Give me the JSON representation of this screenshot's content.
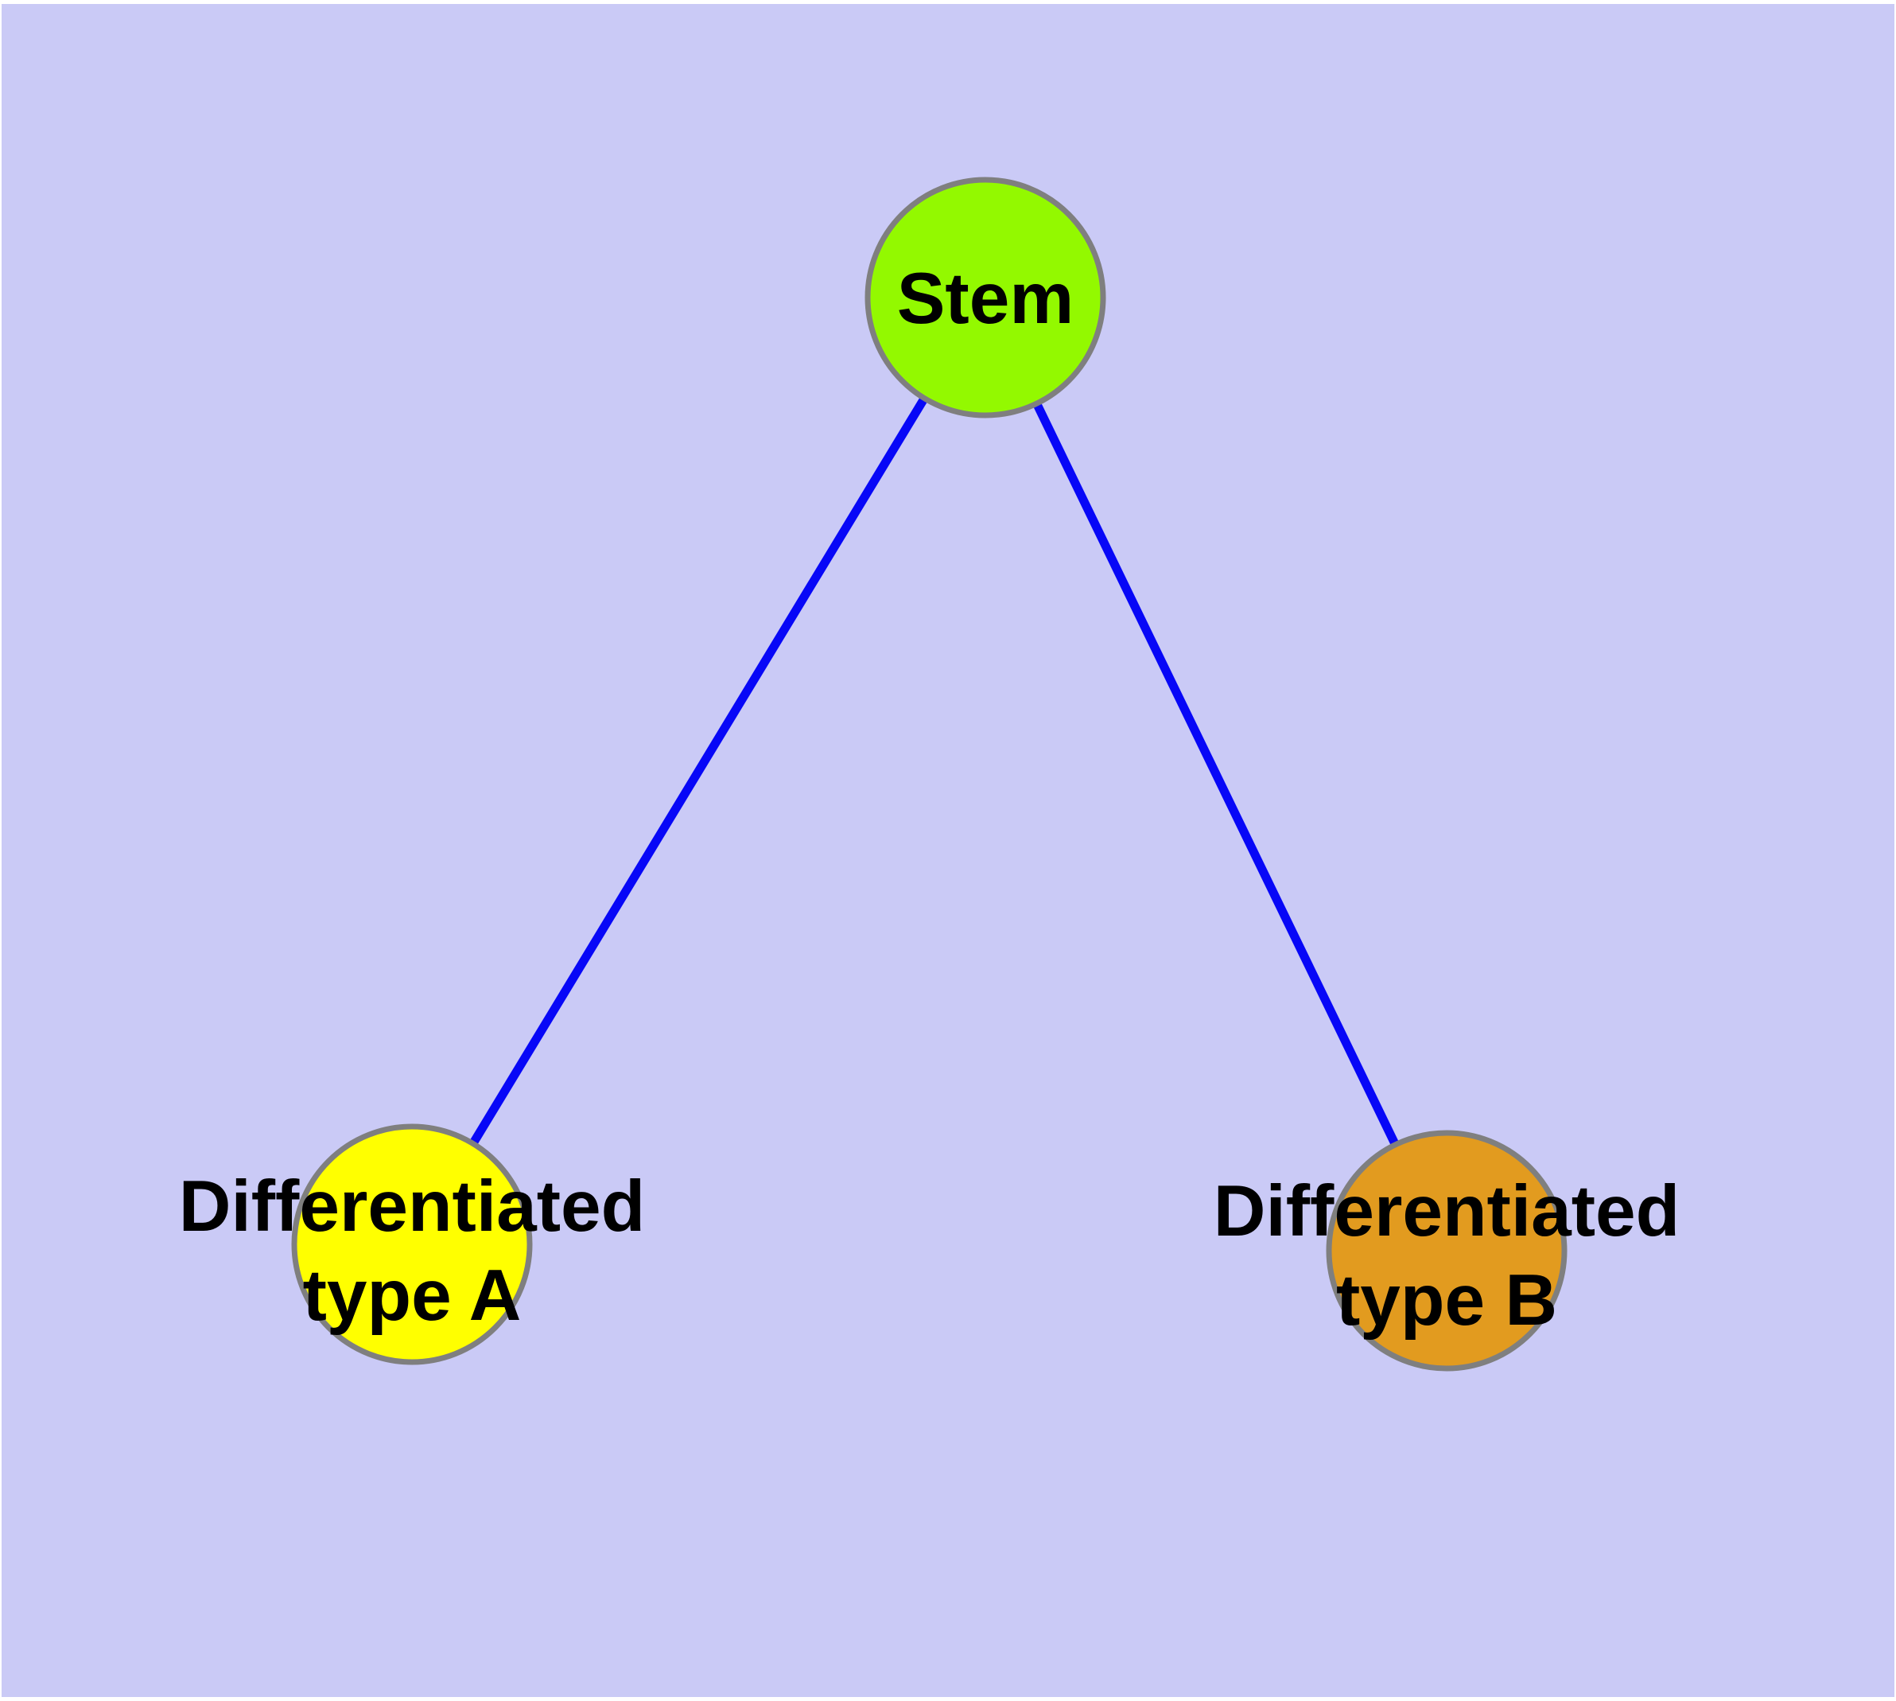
{
  "diagram": {
    "title": "",
    "background_color": "#CACAF6",
    "edge_color": "#0707F7",
    "node_border_color": "#7F7F7F",
    "label_color": "#000000",
    "nodes": [
      {
        "id": "stem",
        "label": "Stem",
        "color": "#93F900"
      },
      {
        "id": "differentiated-type-a",
        "label_line1": "Differentiated",
        "label_line2": "type A",
        "color": "#FFFF00"
      },
      {
        "id": "differentiated-type-b",
        "label_line1": "Differentiated",
        "label_line2": "type B",
        "color": "#E29B1F"
      }
    ],
    "edges": [
      {
        "from": "stem",
        "to": "differentiated-type-a"
      },
      {
        "from": "stem",
        "to": "differentiated-type-b"
      }
    ]
  }
}
